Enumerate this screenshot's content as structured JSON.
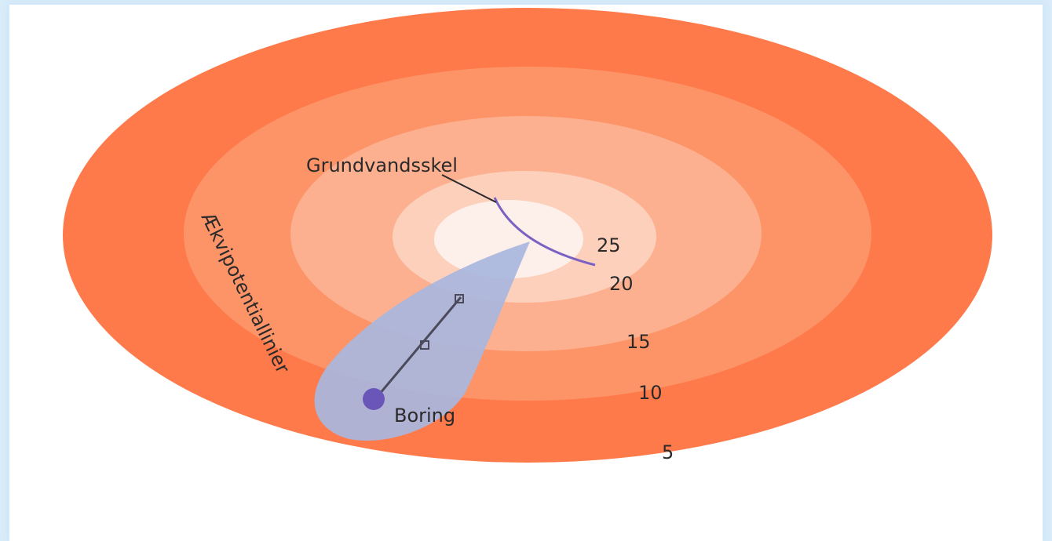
{
  "labels": {
    "divide": "Grundvandsskel",
    "equipotential": "Ækvipotentiallinier",
    "well": "Boring"
  },
  "contour_values": [
    "25",
    "20",
    "15",
    "10",
    "5"
  ],
  "colors": {
    "ring_5": "#ff7a4a",
    "ring_10": "#fc9468",
    "ring_15": "#fcb08f",
    "ring_20": "#fdd0bc",
    "ring_25": "#fdf0ea",
    "capture_zone": "#a9b6de",
    "divide_line": "#7b62c2",
    "well_dot": "#6a56b8"
  },
  "icons": [
    "well-pipe-icon",
    "well-dot-icon"
  ]
}
